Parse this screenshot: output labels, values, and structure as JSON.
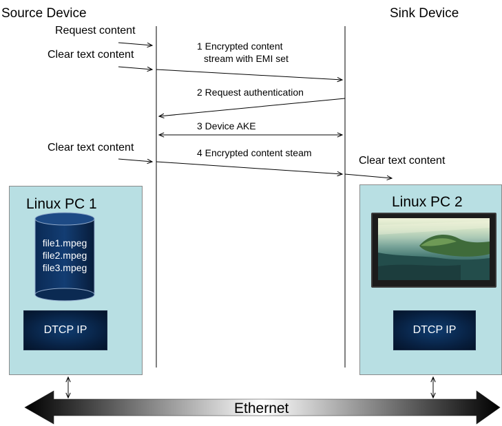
{
  "diagram": {
    "source_title": "Source Device",
    "sink_title": "Sink Device",
    "left_labels": {
      "request_content": "Request content",
      "clear_text_1": "Clear text content",
      "clear_text_2": "Clear text content"
    },
    "right_label": "Clear text content",
    "messages": {
      "m1_line1": "1 Encrypted content",
      "m1_line2": "stream with EMI set",
      "m2": "2 Request authentication",
      "m3": "3 Device AKE",
      "m4": "4 Encrypted content steam"
    },
    "pc1": {
      "title": "Linux PC 1",
      "files": [
        "file1.mpeg",
        "file2.mpeg",
        "file3.mpeg"
      ],
      "module": "DTCP IP"
    },
    "pc2": {
      "title": "Linux PC 2",
      "module": "DTCP IP"
    },
    "network": "Ethernet",
    "colors": {
      "pc_box": "#b8dfe3",
      "module": "#0a2a52",
      "line": "#000000"
    }
  }
}
